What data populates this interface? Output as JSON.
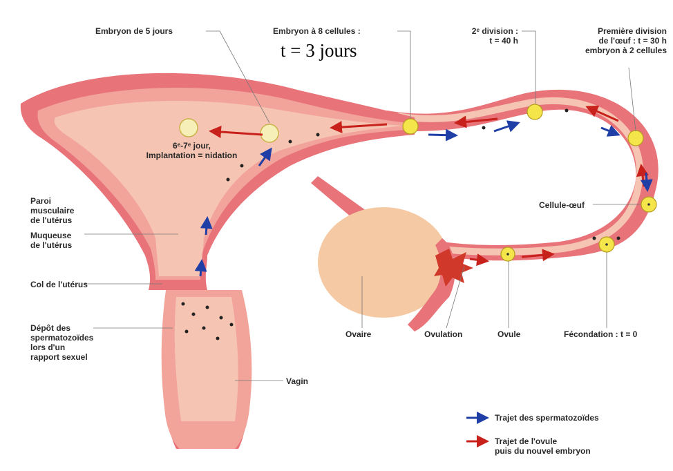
{
  "labels": {
    "embryon_5": "Embryon de 5 jours",
    "embryon_8": "Embryon à 8 cellules :",
    "t3": "t = 3 jours",
    "div2_a": "2ᵉ division :",
    "div2_b": "t = 40 h",
    "div1_a": "Première division",
    "div1_b": "de l'œuf : t = 30 h",
    "div1_c": "embryon à 2 cellules",
    "implant_a": "6ᵉ-7ᵉ jour,",
    "implant_b": "Implantation = nidation",
    "paroi_a": "Paroi",
    "paroi_b": "musculaire",
    "paroi_c": "de l'utérus",
    "muq_a": "Muqueuse",
    "muq_b": "de l'utérus",
    "col": "Col de l'utérus",
    "depot_a": "Dépôt des",
    "depot_b": "spermatozoïdes",
    "depot_c": "lors d'un",
    "depot_d": "rapport sexuel",
    "vagin": "Vagin",
    "cellule_oeuf": "Cellule-œuf",
    "ovaire": "Ovaire",
    "ovulation": "Ovulation",
    "ovule": "Ovule",
    "fecondation": "Fécondation : t = 0"
  },
  "legend": {
    "spermatozoides": "Trajet des spermatozoïdes",
    "ovule_a": "Trajet de l'ovule",
    "ovule_b": "puis du nouvel embryon",
    "blue_color": "#1f3fa6",
    "red_color": "#c8201a"
  },
  "colors": {
    "uterus_outer": "#e8747a",
    "uterus_wall": "#f2a39a",
    "uterus_inner": "#f6c4b2",
    "ovary": "#f5c9a3",
    "cell": "#f4e64a"
  }
}
